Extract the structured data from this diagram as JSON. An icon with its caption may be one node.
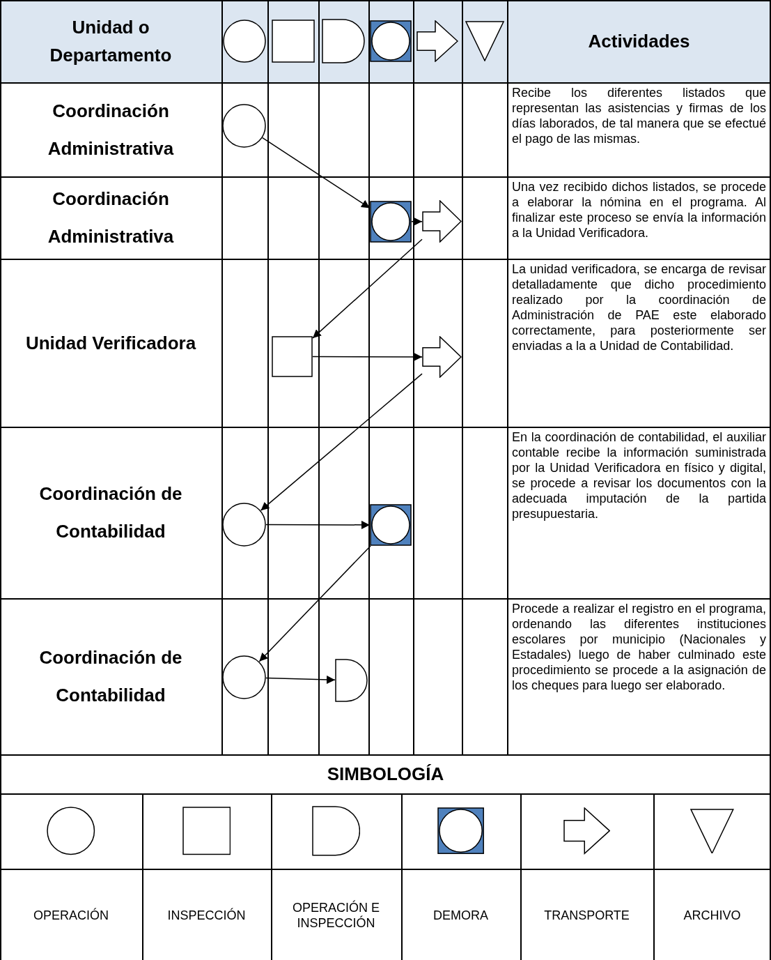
{
  "diagram": {
    "nodes": [
      {
        "text": [],
        "shape": "circle"
      },
      {
        "text": [],
        "shape": "box"
      },
      {
        "text": [],
        "shape": "arrow"
      },
      {
        "text": [],
        "shape": "square"
      },
      {
        "text": [],
        "shape": "arrow"
      },
      {
        "text": [],
        "shape": "circle"
      },
      {
        "text": [],
        "shape": "box"
      },
      {
        "text": [],
        "shape": "circle"
      },
      {
        "text": [],
        "shape": "semicircle"
      }
    ],
    "edges": [
      {
        "from": 0,
        "to": 1,
        "arrow": "to"
      },
      {
        "from": 1,
        "to": 2,
        "arrow": "to"
      },
      {
        "from": 2,
        "to": 3,
        "arrow": "to"
      },
      {
        "from": 3,
        "to": 4,
        "arrow": "to"
      },
      {
        "from": 4,
        "to": 5,
        "arrow": "to"
      },
      {
        "from": 5,
        "to": 6,
        "arrow": "to"
      },
      {
        "from": 6,
        "to": 7,
        "arrow": "to"
      },
      {
        "from": 7,
        "to": 8,
        "arrow": "to"
      }
    ],
    "labels": [
      "Unidad o Departamento",
      "Actividades",
      "Coordinación Administrativa",
      "Recibe los diferentes listados que representan las asistencias y firmas de los días laborados, de tal manera que se efectué el pago de las mismas.",
      "Coordinación Administrativa",
      "Una vez recibido dichos listados, se procede a elaborar la nómina en el programa. Al finalizar este proceso se envía la información a la Unidad Verificadora.",
      "Unidad Verificadora",
      "La unidad verificadora, se encarga de revisar detalladamente que dicho procedimiento realizado por la coordinación de Administración de PAE este elaborado correctamente, para posteriormente ser enviadas a la a Unidad de Contabilidad.",
      "Coordinación de Contabilidad",
      "En la coordinación de contabilidad, el auxiliar contable recibe la información suministrada por la Unidad Verificadora en físico y digital, se procede a revisar los documentos con la adecuada imputación de la partida presupuestaria.",
      "Coordinación de Contabilidad",
      "Procede a realizar el registro en el programa, ordenando las diferentes instituciones escolares por municipio (Nacionales y Estadales) luego de haber culminado este procedimiento se procede a la asignación de los cheques para luego ser elaborado.",
      "SIMBOLOGÍA"
    ],
    "legend": [
      {
        "text": "OPERACIÓN"
      },
      {
        "text": "INSPECCIÓN"
      },
      {
        "text": "OPERACIÓN E INSPECCIÓN"
      },
      {
        "text": "DEMORA"
      },
      {
        "text": "TRANSPORTE"
      },
      {
        "text": "ARCHIVO"
      }
    ]
  }
}
